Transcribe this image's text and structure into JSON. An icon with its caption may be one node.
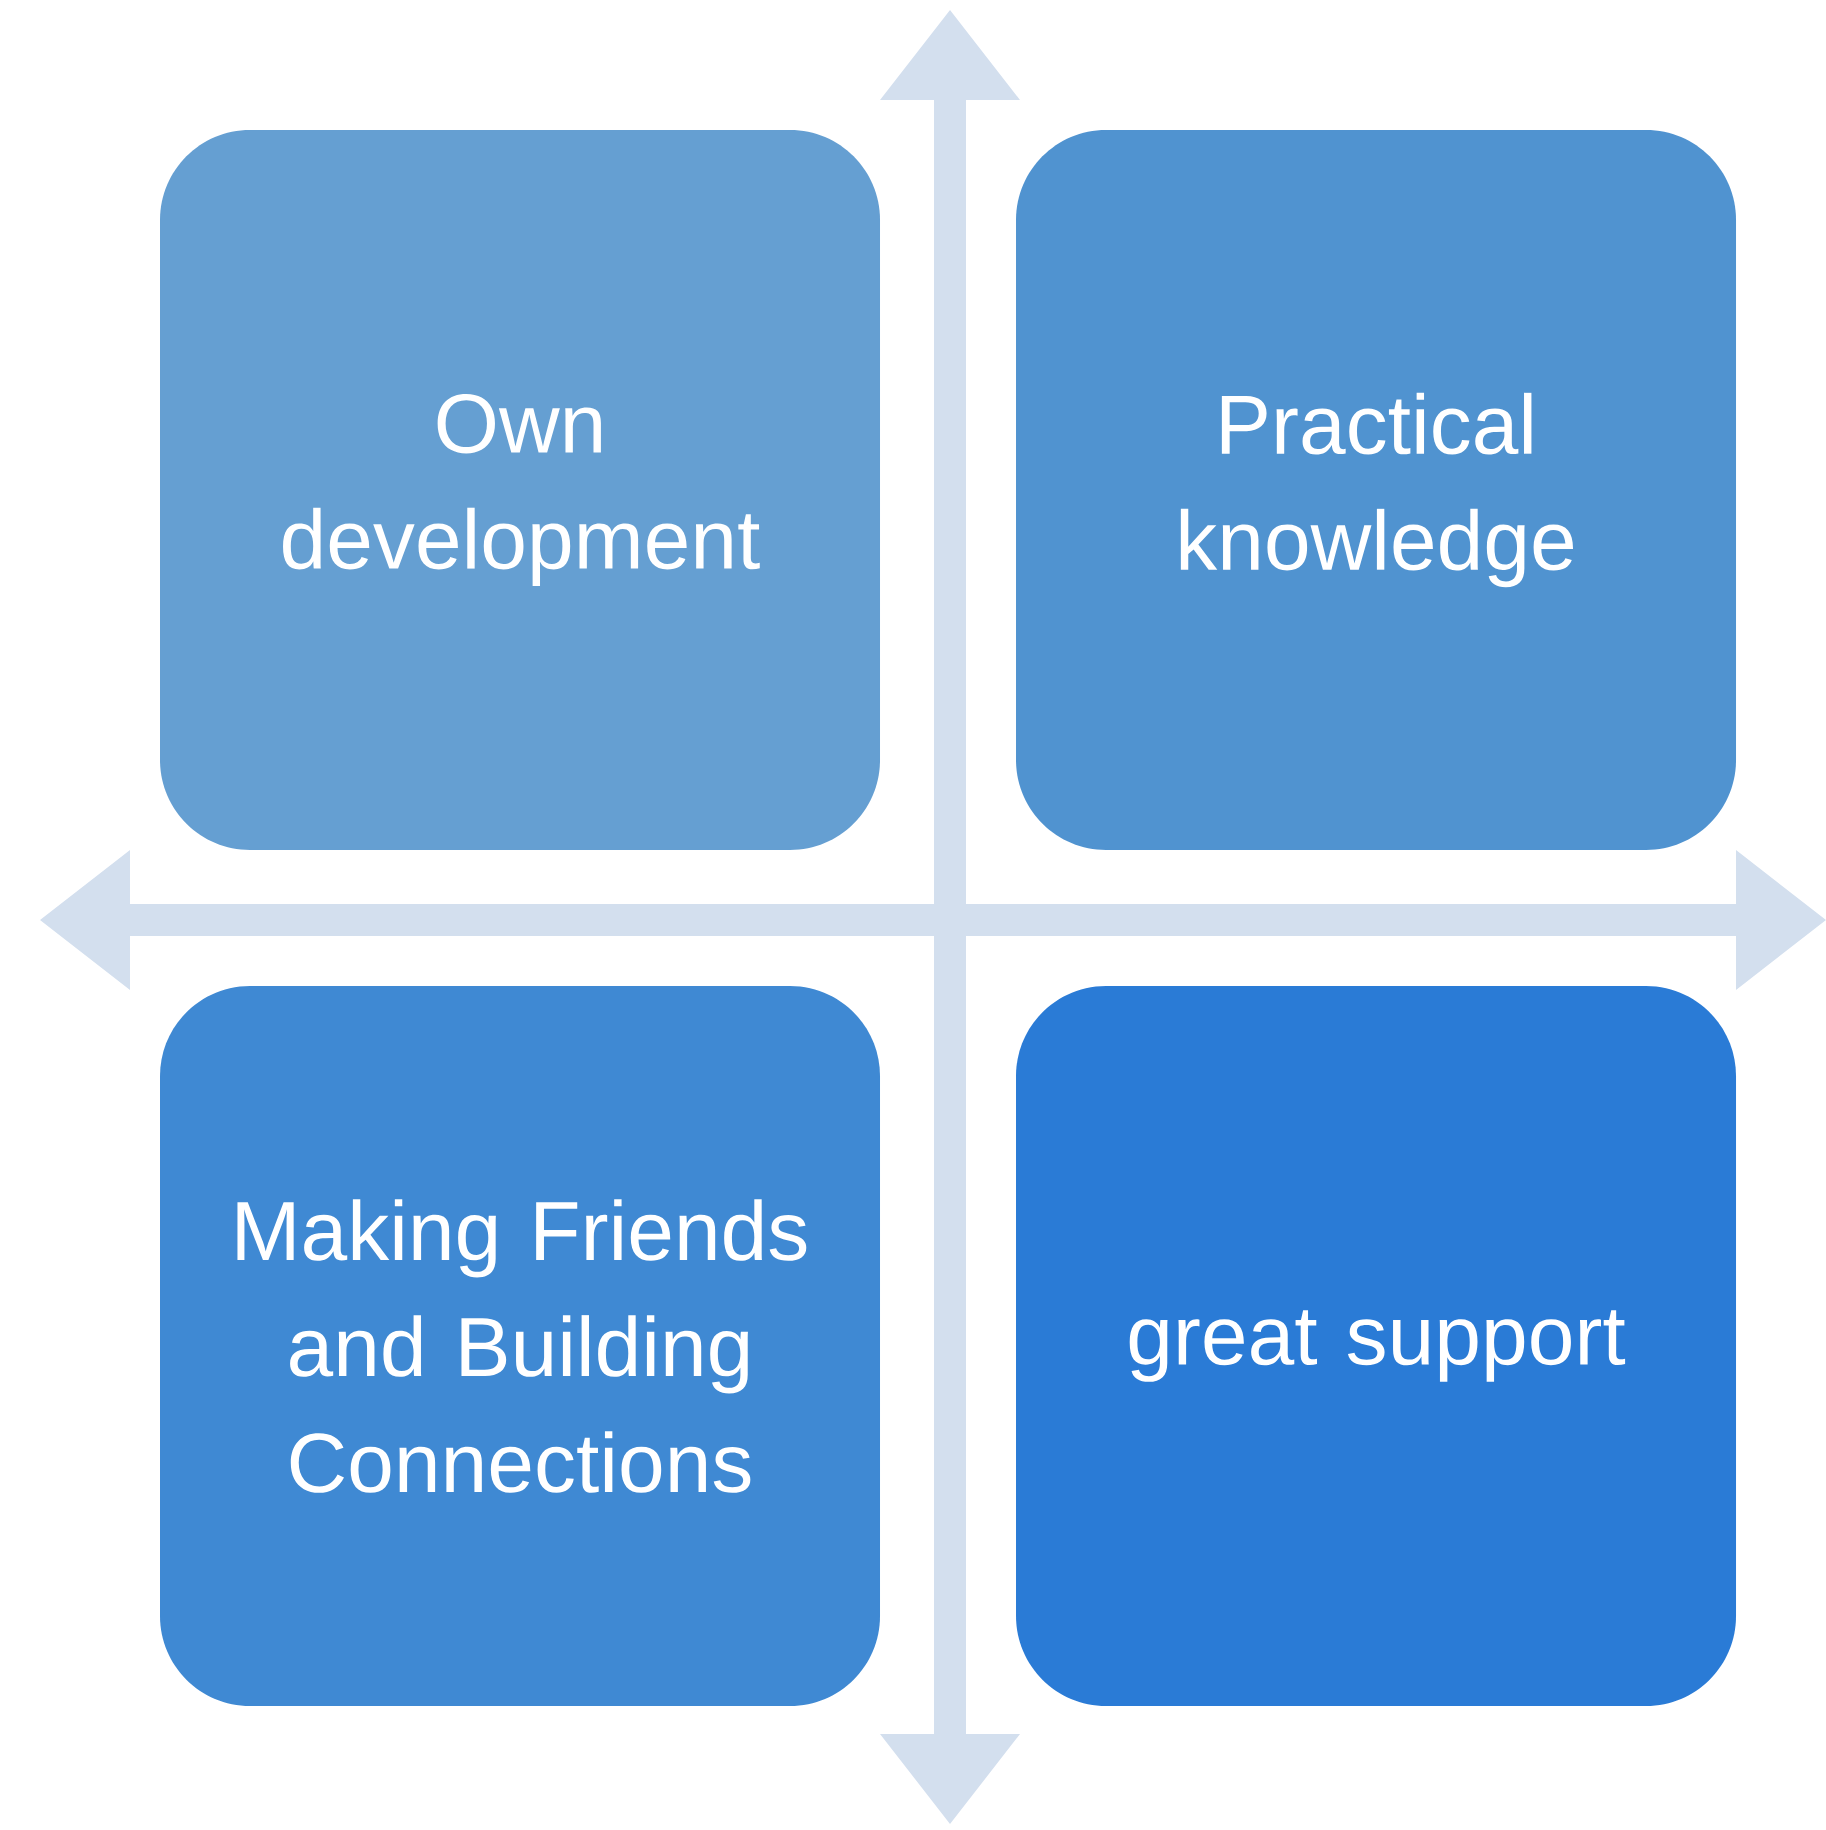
{
  "diagram": {
    "nodes": [
      {
        "text": [
          "Own development"
        ]
      },
      {
        "text": [
          "Practical knowledge"
        ]
      },
      {
        "text": [
          "Making Friends and Building Connections"
        ]
      },
      {
        "text": [
          "great support"
        ]
      }
    ]
  }
}
